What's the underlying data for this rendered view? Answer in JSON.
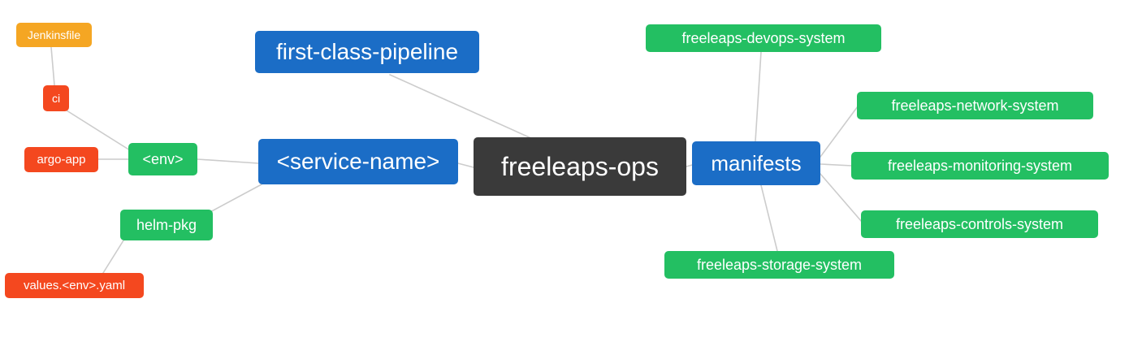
{
  "colors": {
    "dark": "#3a3a3a",
    "blue": "#1b6dc6",
    "green": "#23bf62",
    "orange": "#f5a623",
    "red": "#f4481f",
    "edge": "#cccccc",
    "background": "#ffffff",
    "text": "#ffffff"
  },
  "diagram_type": "mind-map",
  "root_label": "freeleaps-ops",
  "nodes": [
    {
      "id": "freeleaps-ops",
      "label": "freeleaps-ops",
      "color": "#3a3a3a"
    },
    {
      "id": "first-class-pipeline",
      "label": "first-class-pipeline",
      "color": "#1b6dc6"
    },
    {
      "id": "service-name",
      "label": "<service-name>",
      "color": "#1b6dc6"
    },
    {
      "id": "manifests",
      "label": "manifests",
      "color": "#1b6dc6"
    },
    {
      "id": "env",
      "label": "<env>",
      "color": "#23bf62"
    },
    {
      "id": "helm-pkg",
      "label": "helm-pkg",
      "color": "#23bf62"
    },
    {
      "id": "jenkinsfile",
      "label": "Jenkinsfile",
      "color": "#f5a623"
    },
    {
      "id": "ci",
      "label": "ci",
      "color": "#f4481f"
    },
    {
      "id": "argo-app",
      "label": "argo-app",
      "color": "#f4481f"
    },
    {
      "id": "values-env-yaml",
      "label": "values.<env>.yaml",
      "color": "#f4481f"
    },
    {
      "id": "freeleaps-devops-system",
      "label": "freeleaps-devops-system",
      "color": "#23bf62"
    },
    {
      "id": "freeleaps-network-system",
      "label": "freeleaps-network-system",
      "color": "#23bf62"
    },
    {
      "id": "freeleaps-monitoring-system",
      "label": "freeleaps-monitoring-system",
      "color": "#23bf62"
    },
    {
      "id": "freeleaps-controls-system",
      "label": "freeleaps-controls-system",
      "color": "#23bf62"
    },
    {
      "id": "freeleaps-storage-system",
      "label": "freeleaps-storage-system",
      "color": "#23bf62"
    }
  ],
  "edges": [
    {
      "from": "first-class-pipeline",
      "to": "freeleaps-ops"
    },
    {
      "from": "freeleaps-ops",
      "to": "service-name"
    },
    {
      "from": "service-name",
      "to": "env"
    },
    {
      "from": "env",
      "to": "argo-app"
    },
    {
      "from": "env",
      "to": "ci"
    },
    {
      "from": "ci",
      "to": "jenkinsfile"
    },
    {
      "from": "service-name",
      "to": "helm-pkg"
    },
    {
      "from": "helm-pkg",
      "to": "values-env-yaml"
    },
    {
      "from": "freeleaps-ops",
      "to": "manifests"
    },
    {
      "from": "manifests",
      "to": "freeleaps-devops-system"
    },
    {
      "from": "manifests",
      "to": "freeleaps-network-system"
    },
    {
      "from": "manifests",
      "to": "freeleaps-monitoring-system"
    },
    {
      "from": "manifests",
      "to": "freeleaps-controls-system"
    },
    {
      "from": "manifests",
      "to": "freeleaps-storage-system"
    }
  ]
}
